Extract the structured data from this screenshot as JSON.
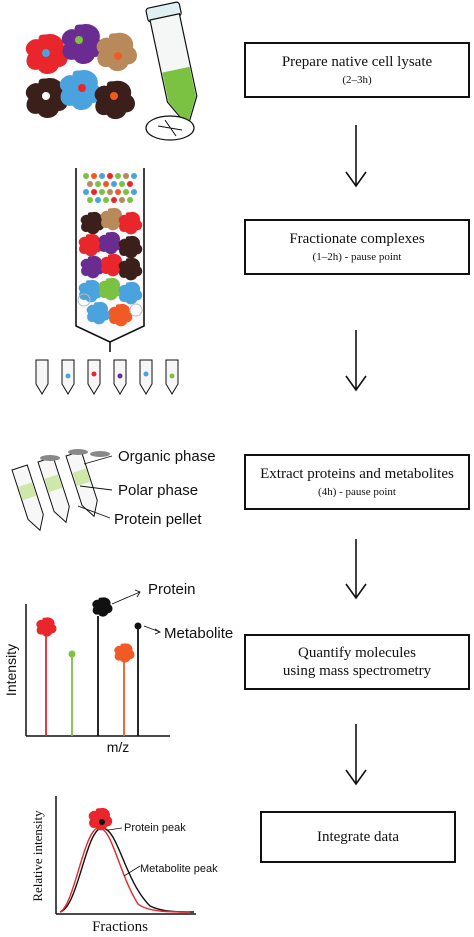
{
  "steps": [
    {
      "title": "Prepare native cell lysate",
      "sub": "(2–3h)"
    },
    {
      "title": "Fractionate complexes",
      "sub": "(1–2h) - pause point"
    },
    {
      "title": "Extract proteins and metabolites",
      "sub": "(4h) - pause point"
    },
    {
      "title": "Quantify molecules\nusing mass spectrometry",
      "sub": ""
    },
    {
      "title": "Integrate data",
      "sub": ""
    }
  ],
  "extraction_labels": {
    "organic": "Organic phase",
    "polar": "Polar phase",
    "pellet": "Protein pellet"
  },
  "ms_plot": {
    "y_label": "Intensity",
    "x_label": "m/z",
    "protein_label": "Protein",
    "metabolite_label": "Metabolite"
  },
  "elution_plot": {
    "y_label": "Relative intensity",
    "x_label": "Fractions",
    "protein_peak_label": "Protein peak",
    "metabolite_peak_label": "Metabolite peak"
  },
  "colors": {
    "red": "#e8262b",
    "purple": "#6a2c91",
    "tan": "#b88a5b",
    "blue": "#4aa3df",
    "dark_brown": "#3a1f1a",
    "green": "#7cc242",
    "orange": "#f15a24",
    "black": "#111111"
  }
}
